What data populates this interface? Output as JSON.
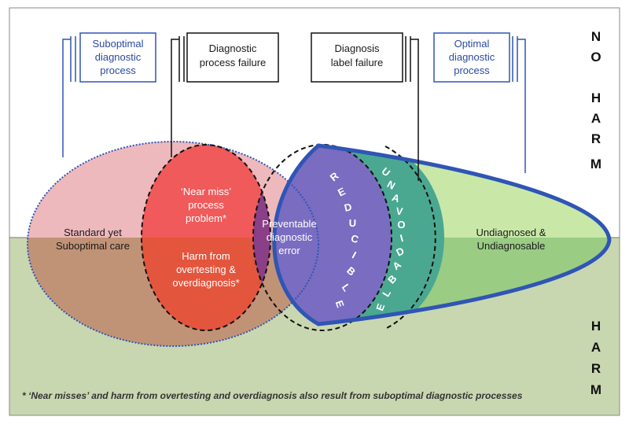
{
  "zones": {
    "no_harm_letters": [
      "N",
      "O",
      "H",
      "A",
      "R",
      "M"
    ],
    "harm_letters": [
      "H",
      "A",
      "R",
      "M"
    ]
  },
  "boxes": {
    "suboptimal": [
      "Suboptimal",
      "diagnostic",
      "process"
    ],
    "process_failure": [
      "Diagnostic",
      "process failure"
    ],
    "label_failure": [
      "Diagnosis",
      "label failure"
    ],
    "optimal": [
      "Optimal",
      "diagnostic",
      "process"
    ]
  },
  "regions": {
    "standard_care": [
      "Standard yet",
      "Suboptimal care"
    ],
    "near_miss": [
      "‘Near miss’",
      "process",
      "problem*"
    ],
    "harm_overtesting": [
      "Harm from",
      "overtesting &",
      "overdiagnosis*"
    ],
    "preventable": [
      "Preventable",
      "diagnostic",
      "error"
    ],
    "undiagnosed": [
      "Undiagnosed &",
      "Undiagnosable"
    ]
  },
  "arc_words": {
    "reducible": [
      "R",
      "E",
      "D",
      "U",
      "C",
      "I",
      "B",
      "L",
      "E"
    ],
    "unavoidable": [
      "U",
      "N",
      "A",
      "V",
      "O",
      "I",
      "D",
      "A",
      "B",
      "L",
      "E"
    ]
  },
  "footnote": "* ‘Near misses’ and harm from overtesting and overdiagnosis also result from suboptimal diagnostic processes",
  "colors": {
    "no_harm_bg": "#ffffff",
    "harm_bg": "#c8d7b0",
    "pink": "#eeb9bc",
    "red": "#f05a5a",
    "purple": "#8a3f86",
    "blue_violet": "#7a6cc0",
    "teal": "#4aa890",
    "light_green": "#c9e8a8",
    "outline_blue": "#2f55b5"
  }
}
